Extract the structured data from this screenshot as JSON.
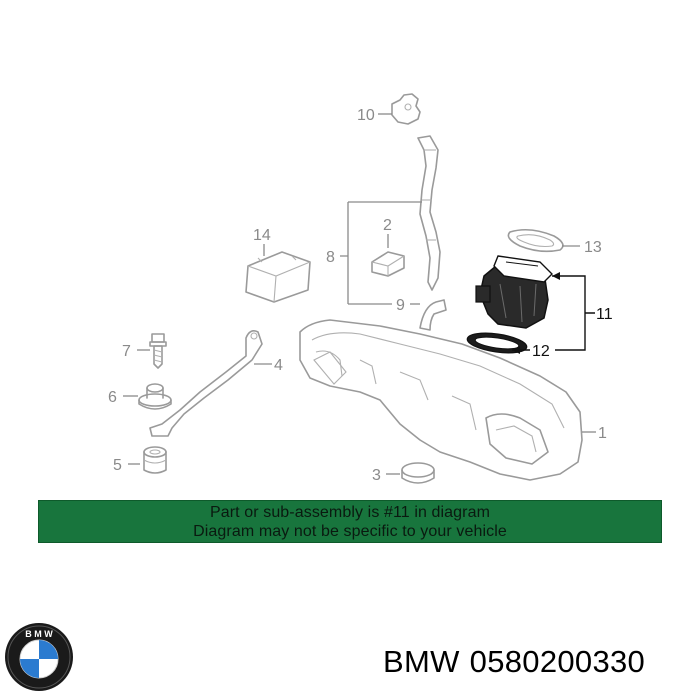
{
  "callouts": {
    "c1": "1",
    "c2": "2",
    "c3": "3",
    "c4": "4",
    "c5": "5",
    "c6": "6",
    "c7": "7",
    "c8": "8",
    "c9": "9",
    "c10": "10",
    "c11": "11",
    "c12": "12",
    "c13": "13",
    "c14": "14"
  },
  "highlighted_parts": [
    "11",
    "12"
  ],
  "banner": {
    "line1": "Part or sub-assembly is #11 in diagram",
    "line2": "Diagram may not be specific to your vehicle",
    "color": "#18753d"
  },
  "product": {
    "brand": "BMW",
    "part_number": "0580200330"
  },
  "logo": {
    "icon": "bmw-roundel-icon",
    "colors": {
      "blue": "#2b7bd0",
      "white": "#ffffff",
      "ring": "#222222"
    }
  }
}
